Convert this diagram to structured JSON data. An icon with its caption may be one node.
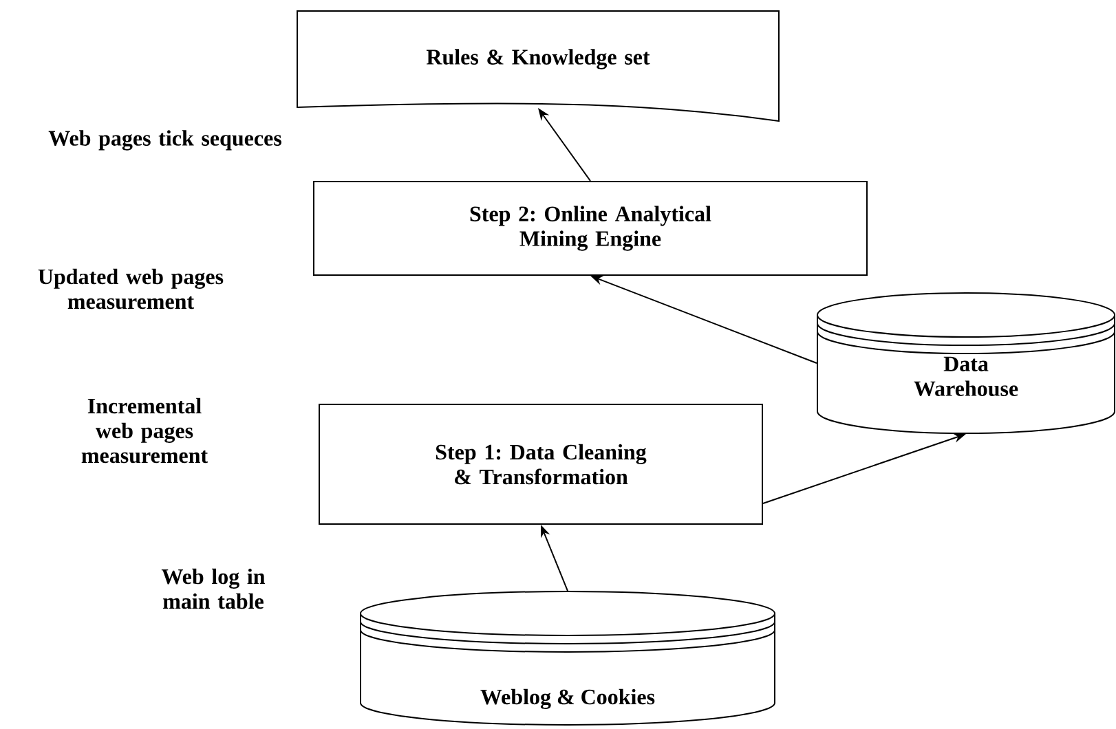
{
  "diagram": {
    "nodes": [
      {
        "text": [
          "Rules & Knowledge set"
        ]
      },
      {
        "text": [
          "Step 2: Online Analytical Mining Engine"
        ]
      },
      {
        "text": [
          "Data Warehouse"
        ]
      },
      {
        "text": [
          "Step 1: Data Cleaning & Transformation"
        ]
      },
      {
        "text": [
          "Weblog & Cookies"
        ]
      }
    ],
    "edges": [
      {
        "from": 1,
        "to": 0,
        "arrow": "to"
      },
      {
        "from": 2,
        "to": 1,
        "arrow": "to"
      },
      {
        "from": 3,
        "to": 2,
        "arrow": "to"
      },
      {
        "from": 4,
        "to": 3,
        "arrow": "to"
      }
    ],
    "labels": [
      "Web pages tick sequeces",
      "Updated web pages measurement",
      "Incremental web pages measurement",
      "Web log in main table"
    ]
  }
}
